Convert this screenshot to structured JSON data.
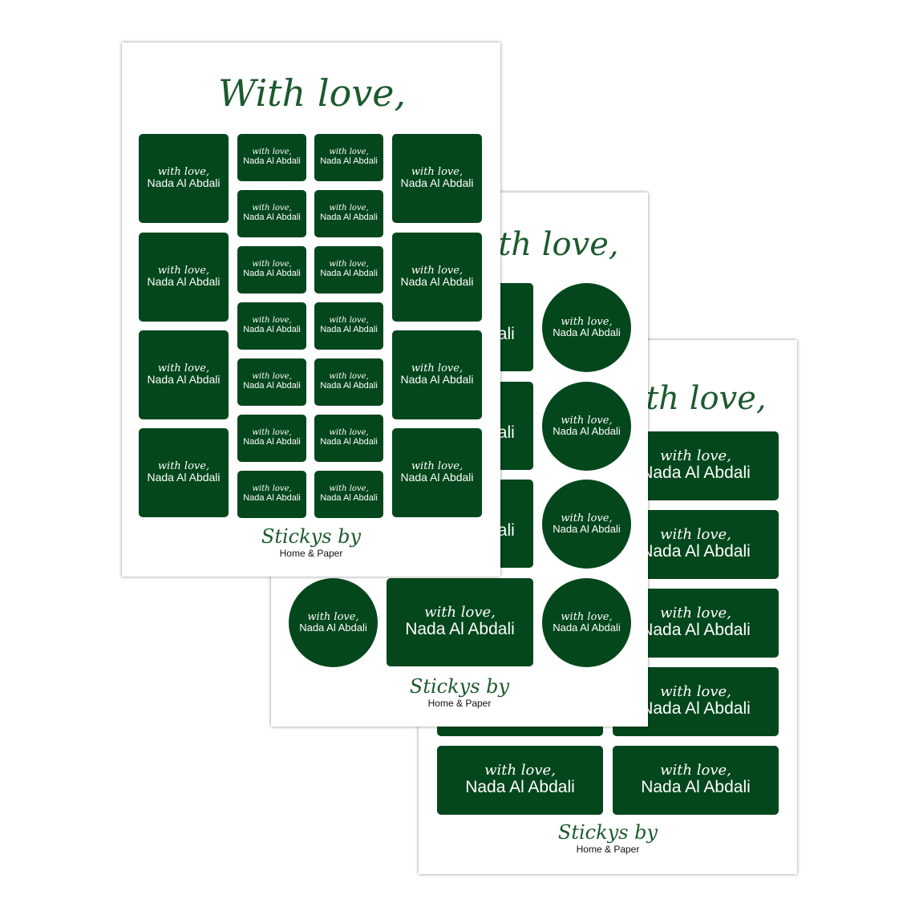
{
  "title": "With love,",
  "sticker": {
    "script": "with love,",
    "name": "Nada Al Abdali"
  },
  "brand": {
    "script": "Stickys by",
    "sub": "Home & Paper"
  },
  "colors": {
    "sticker_green": "#04471c",
    "text_green": "#1c5a2e",
    "sheet_bg": "#ffffff"
  }
}
